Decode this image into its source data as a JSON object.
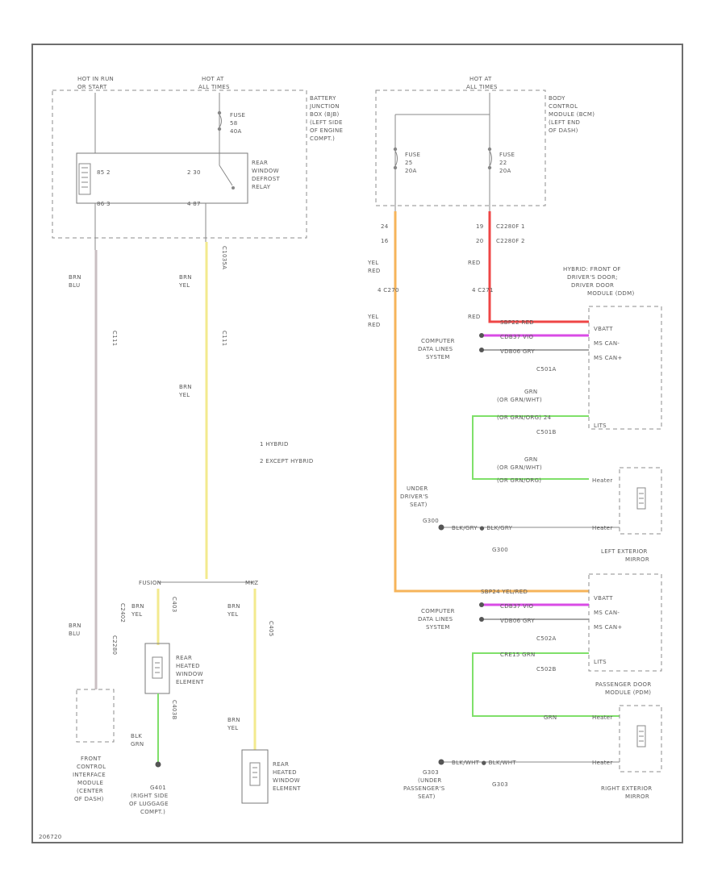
{
  "labels": {
    "hot_run_start": [
      "HOT IN RUN",
      "OR START"
    ],
    "hot_at_all_left": [
      "HOT AT",
      "ALL TIMES"
    ],
    "fuse_left": [
      "FUSE",
      "58",
      "40A"
    ],
    "relay": [
      "REAR",
      "WINDOW",
      "DEFROST",
      "RELAY"
    ],
    "relay_pins_top_left": "85  2",
    "relay_pins_top_right": "2  30",
    "relay_pins_bottom_left": "86  3",
    "relay_pins_bottom_right": "4  87",
    "bjb": [
      "BATTERY",
      "JUNCTION",
      "BOX (BJB)",
      "(LEFT SIDE",
      "OF ENGINE",
      "COMPT.)"
    ],
    "c1034_a": "C1035A",
    "brn_blu_top": [
      "BRN",
      "BLU"
    ],
    "brn_yel_1": [
      "BRN",
      "YEL"
    ],
    "brn_yel_2": [
      "BRN",
      "YEL"
    ],
    "c_a": "C111",
    "c_b": "C111",
    "legend_1": "1  HYBRID",
    "legend_2": "2  EXCEPT HYBRID",
    "fusion_label": "FUSION",
    "mkz_label": "MKZ",
    "brn_yel_3": [
      "BRN",
      "YEL"
    ],
    "brn_yel_4": [
      "BRN",
      "YEL"
    ],
    "c_a3": "C403",
    "c_a4": "C405",
    "rear_heated_1": [
      "REAR",
      "HEATED",
      "WINDOW",
      "ELEMENT"
    ],
    "rear_heated_2": [
      "REAR",
      "HEATED",
      "WINDOW",
      "ELEMENT"
    ],
    "brn_blu_bottom": [
      "BRN",
      "BLU"
    ],
    "c2280": "C2280",
    "c2402": "C2402",
    "blk_grn": [
      "BLK",
      "GRN"
    ],
    "c403b": "C403B",
    "g401": [
      "G401",
      "(RIGHT SIDE",
      "OF LUGGAGE",
      "COMPT.)"
    ],
    "brn_yel_5": [
      "BRN",
      "YEL"
    ],
    "fcim": [
      "FRONT",
      "CONTROL",
      "INTERFACE",
      "MODULE",
      "(CENTER",
      "OF DASH)"
    ],
    "hot_at_all_right": [
      "HOT AT",
      "ALL TIMES"
    ],
    "bcm": [
      "BODY",
      "CONTROL",
      "MODULE (BCM)",
      "(LEFT END",
      "OF DASH)"
    ],
    "fuse_r1": [
      "FUSE",
      "25",
      "20A"
    ],
    "fuse_r2": [
      "FUSE",
      "22",
      "20A"
    ],
    "pin_24": "24",
    "pin_16": "16",
    "pin_19": "19",
    "pin_20": "20",
    "c2280f_1": "C2280F  1",
    "c2280f_2": "C2280F  2",
    "yel_red_1": [
      "YEL",
      "RED"
    ],
    "yel_red_2": [
      "YEL",
      "RED"
    ],
    "red_1": "RED",
    "red_2": "RED",
    "c_c270": "4  C270",
    "c_c271": "4  C271",
    "hybrid_front": [
      "HYBRID: FRONT OF",
      "DRIVER'S DOOR;",
      "DRIVER DOOR",
      "MODULE (DDM)"
    ],
    "ddm_wires": [
      "SBP22  RED",
      "CDB37  VIO",
      "VDB06  GRY"
    ],
    "pins_ddm": [
      "VBATT",
      "MS CAN-",
      "MS CAN+"
    ],
    "computer_1": [
      "COMPUTER",
      "DATA LINES",
      "SYSTEM"
    ],
    "c501a": "C501A",
    "grn_1": [
      "GRN",
      "(OR GRN/WHT)"
    ],
    "grn_wire_1": "(OR GRN/ORG)  24",
    "c501b": "C501B",
    "lits_1": "LITS",
    "grn_2": [
      "GRN",
      "(OR GRN/WHT)"
    ],
    "grn_wire_2": "(OR GRN/ORG)",
    "heater_pin": "Heater",
    "under_drivers": [
      "UNDER",
      "DRIVER'S",
      "SEAT)"
    ],
    "g300": "G300",
    "gnd_wire_1": "BLK/GRY  ●  BLK/GRY",
    "g300b": "G300",
    "left_mirror": [
      "LEFT EXTERIOR",
      "MIRROR"
    ],
    "pdm_wires": [
      "SBP24  YEL/RED",
      "CDB37  VIO",
      "VDB06  GRY"
    ],
    "pins_pdm": [
      "VBATT",
      "MS CAN-",
      "MS CAN+"
    ],
    "computer_2": [
      "COMPUTER",
      "DATA LINES",
      "SYSTEM"
    ],
    "c502a": "C502A",
    "grn_wire_3": "CRE15  GRN",
    "c502b": "C502B",
    "lits_2": "LITS",
    "pdm": [
      "PASSENGER DOOR",
      "MODULE (PDM)"
    ],
    "grn_wire_4": "GRN",
    "heater_pin_2": "Heater",
    "g303": [
      "G303",
      "(UNDER",
      "PASSENGER'S",
      "SEAT)"
    ],
    "gnd_wire_2": "BLK/WHT  ●  BLK/WHT",
    "g303b": "G303",
    "right_mirror": [
      "RIGHT EXTERIOR",
      "MIRROR"
    ],
    "footer": "206720"
  },
  "colors": {
    "brn_blu": "#c9bfc2",
    "brn_yel": "#f3ea8e",
    "yel_red": "#f6b45a",
    "red": "#ef4646",
    "vio": "#d94be6",
    "grn": "#7fe06a",
    "gray_wire": "#8a8a8a"
  },
  "icons": [
    "relay-coil-icon",
    "relay-switch-icon",
    "fuse-icon",
    "heater-element-icon",
    "ground-icon"
  ]
}
